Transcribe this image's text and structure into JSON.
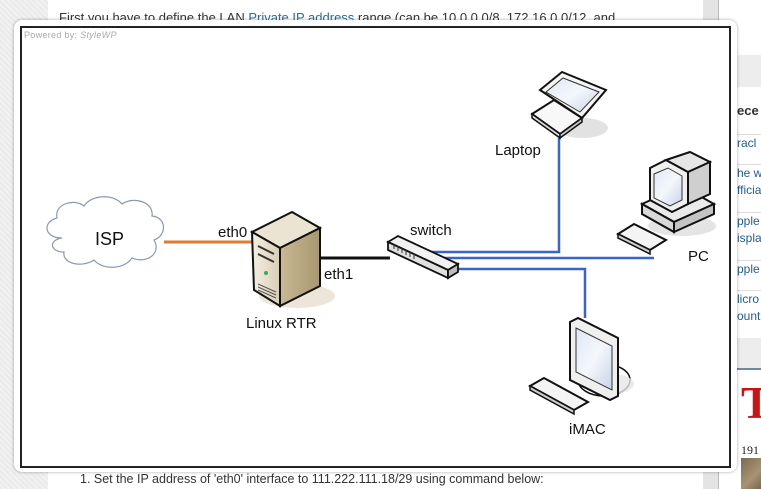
{
  "page": {
    "intro_prefix": "First you have to define the LAN ",
    "intro_link": "Private IP address",
    "intro_suffix": " range (can be 10.0.0.0/8, 172.16.0.0/12, and",
    "step_1": "1.  Set the IP address of 'eth0' interface to 111.222.111.18/29 using command below:"
  },
  "sidebar": {
    "heading": "ece",
    "items": [
      {
        "lines": [
          "racl"
        ]
      },
      {
        "lines": [
          "he w",
          "fficia"
        ]
      },
      {
        "lines": [
          "pple",
          "ispla"
        ]
      },
      {
        "lines": [
          "pple"
        ]
      },
      {
        "lines": [
          "licro",
          "ount"
        ]
      }
    ],
    "big_letter": "T",
    "number": "191"
  },
  "lightbox": {
    "powered_by_prefix": "Powered by: ",
    "powered_by_brand": "StyleWP"
  },
  "diagram": {
    "nodes": {
      "isp": "ISP",
      "router": "Linux RTR",
      "switch": "switch",
      "laptop": "Laptop",
      "pc": "PC",
      "imac": "iMAC"
    },
    "interfaces": {
      "eth0": "eth0",
      "eth1": "eth1"
    },
    "colors": {
      "wan_link": "#e07a2e",
      "router_switch_link": "#111111",
      "lan_link": "#3a64c8"
    }
  }
}
